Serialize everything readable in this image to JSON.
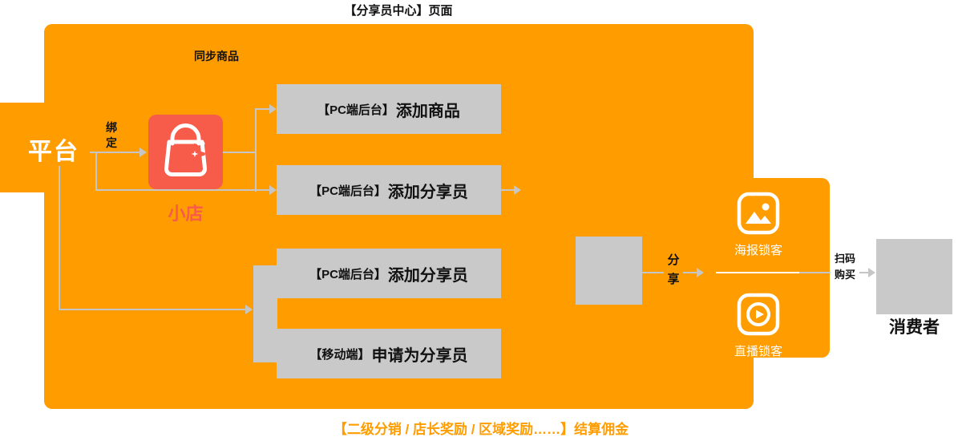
{
  "page": {
    "top_title": "【分享员中心】页面",
    "bottom_caption": "【二级分销 / 店长奖励 / 区域奖励……】结算佣金"
  },
  "platform": {
    "label": "平台"
  },
  "shop": {
    "label": "小店",
    "icon": "shop-bag-sparkle-icon"
  },
  "edges": {
    "bind": "绑定",
    "sync": "同步商品",
    "share": "分享",
    "scan": "扫码购买"
  },
  "steps": [
    {
      "prefix": "【PC端后台】",
      "action": "添加商品"
    },
    {
      "prefix": "【PC端后台】",
      "action": "添加分享员"
    },
    {
      "prefix": "【PC端后台】",
      "action": "添加分享员"
    },
    {
      "prefix": "【移动端】",
      "action": "申请为分享员"
    }
  ],
  "channels": [
    {
      "label": "海报锁客",
      "icon": "poster-image-icon"
    },
    {
      "label": "直播锁客",
      "icon": "live-play-icon"
    }
  ],
  "consumer": {
    "label": "消费者"
  },
  "colors": {
    "orange": "#FF9D00",
    "red": "#F75B4A",
    "box_gray": "#C9C9C9",
    "line_gray": "#C6C6C6",
    "white": "#FFFFFF"
  }
}
